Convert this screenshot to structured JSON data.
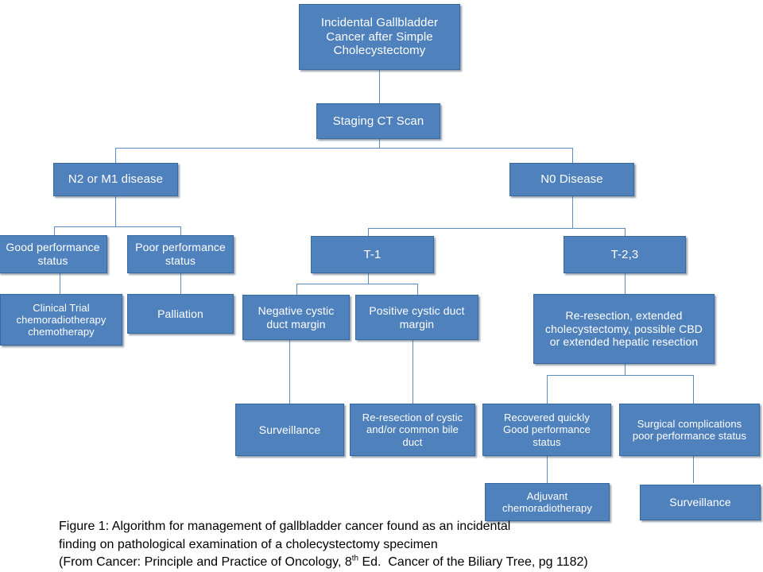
{
  "figure": {
    "title": "Incidental Gallbladder Cancer Management Algorithm",
    "theme": {
      "node_fill": "#4f81bd",
      "node_border": "#38699f",
      "node_text": "#ffffff",
      "connector": "#5b8dc2",
      "background": "#ffffff",
      "caption_text": "#000000"
    }
  },
  "nodes": {
    "root": "Incidental Gallbladder\nCancer after Simple\nCholecystectomy",
    "staging": "Staging CT Scan",
    "n2m1": "N2 or M1  disease",
    "n0": "N0 Disease",
    "good_perf": "Good performance\nstatus",
    "poor_perf": "Poor performance\nstatus",
    "clinical_trial": "Clinical Trial\nchemoradiotherapy\nchemotherapy",
    "palliation": "Palliation",
    "t1": "T-1",
    "t23": "T-2,3",
    "neg_margin": "Negative cystic\nduct margin",
    "pos_margin": "Positive cystic duct\nmargin",
    "reresection_extended": "Re-resection, extended\ncholecystectomy, possible CBD\nor extended hepatic resection",
    "surveillance_1": "Surveillance",
    "reresection_cystic": "Re-resection of cystic\nand/or common  bile\nduct",
    "recovered_quickly": "Recovered quickly\nGood  performance\nstatus",
    "surgical_complications": "Surgical complications\npoor  performance  status",
    "adjuvant": "Adjuvant\nchemoradiotherapy",
    "surveillance_2": "Surveillance"
  },
  "caption": {
    "line1": "Figure 1: Algorithm for management of gallbladder cancer found as an incidental",
    "line2": "finding on pathological examination of a cholecystectomy specimen",
    "line3_a": "(From Cancer: Principle and Practice of Oncology, 8",
    "line3_sup": "th",
    "line3_b": " Ed.  Cancer of the Biliary Tree, pg 1182)"
  }
}
